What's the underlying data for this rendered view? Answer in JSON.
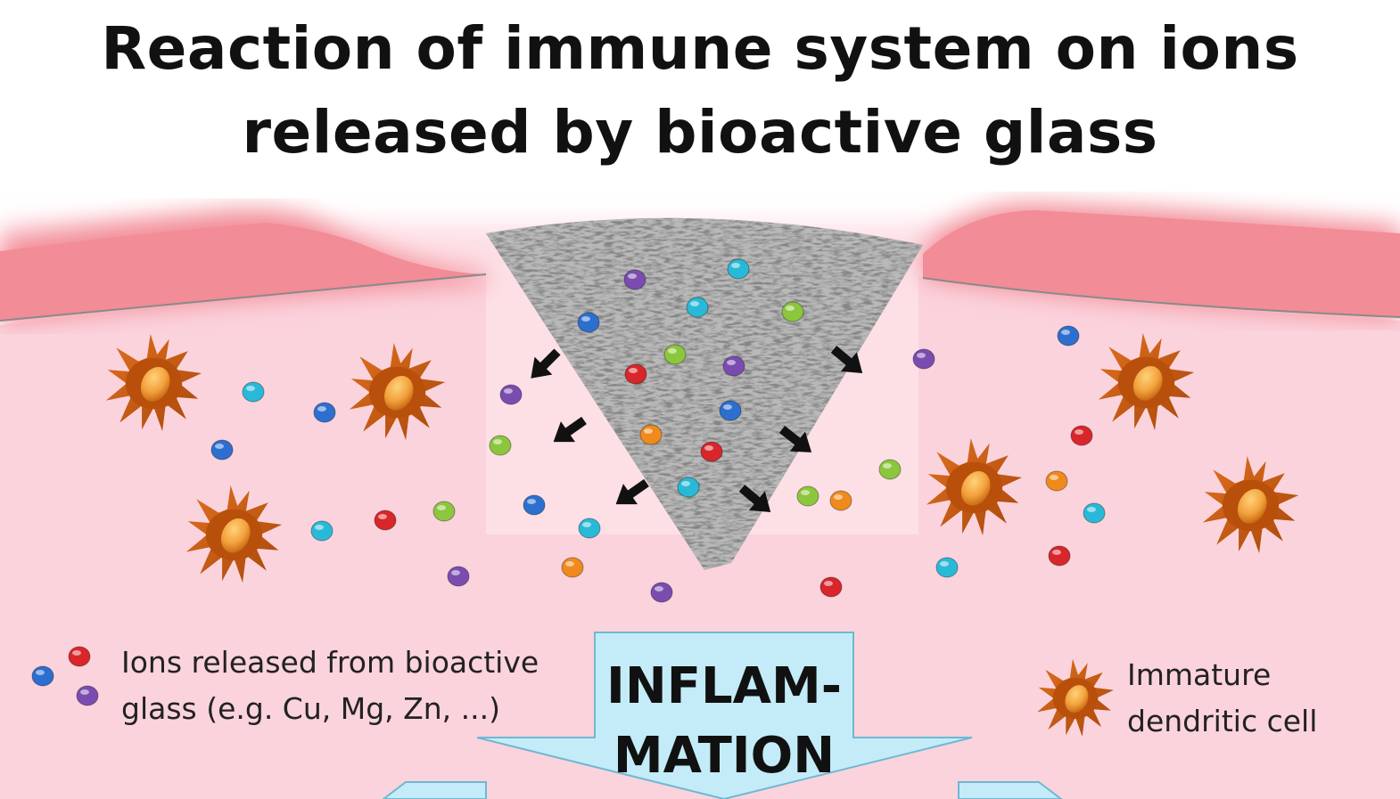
{
  "title": {
    "line1": "Reaction of immune system on ions",
    "line2": "released by bioactive glass"
  },
  "legend": {
    "ions": {
      "line1": "Ions released from bioactive",
      "line2": "glass (e.g. Cu, Mg, Zn, ...)"
    },
    "cell": {
      "line1": "Immature",
      "line2": "dendritic cell"
    }
  },
  "arrow": {
    "line1": "INFLAM-",
    "line2": "MATION"
  },
  "colors": {
    "tissue": "#fbd3dd",
    "epidermis": "#f28c96",
    "arrow_fill": "#c3ecf8",
    "arrow_stroke": "#6fb8d2",
    "cell_body": "#c8580e",
    "cell_nucleus": "#f2a13c",
    "ion_red": "#d8262a",
    "ion_blue": "#2c6fcf",
    "ion_cyan": "#29b9d8",
    "ion_green": "#8cc63c",
    "ion_purple": "#7a4cb0",
    "ion_orange": "#f08a1c"
  }
}
